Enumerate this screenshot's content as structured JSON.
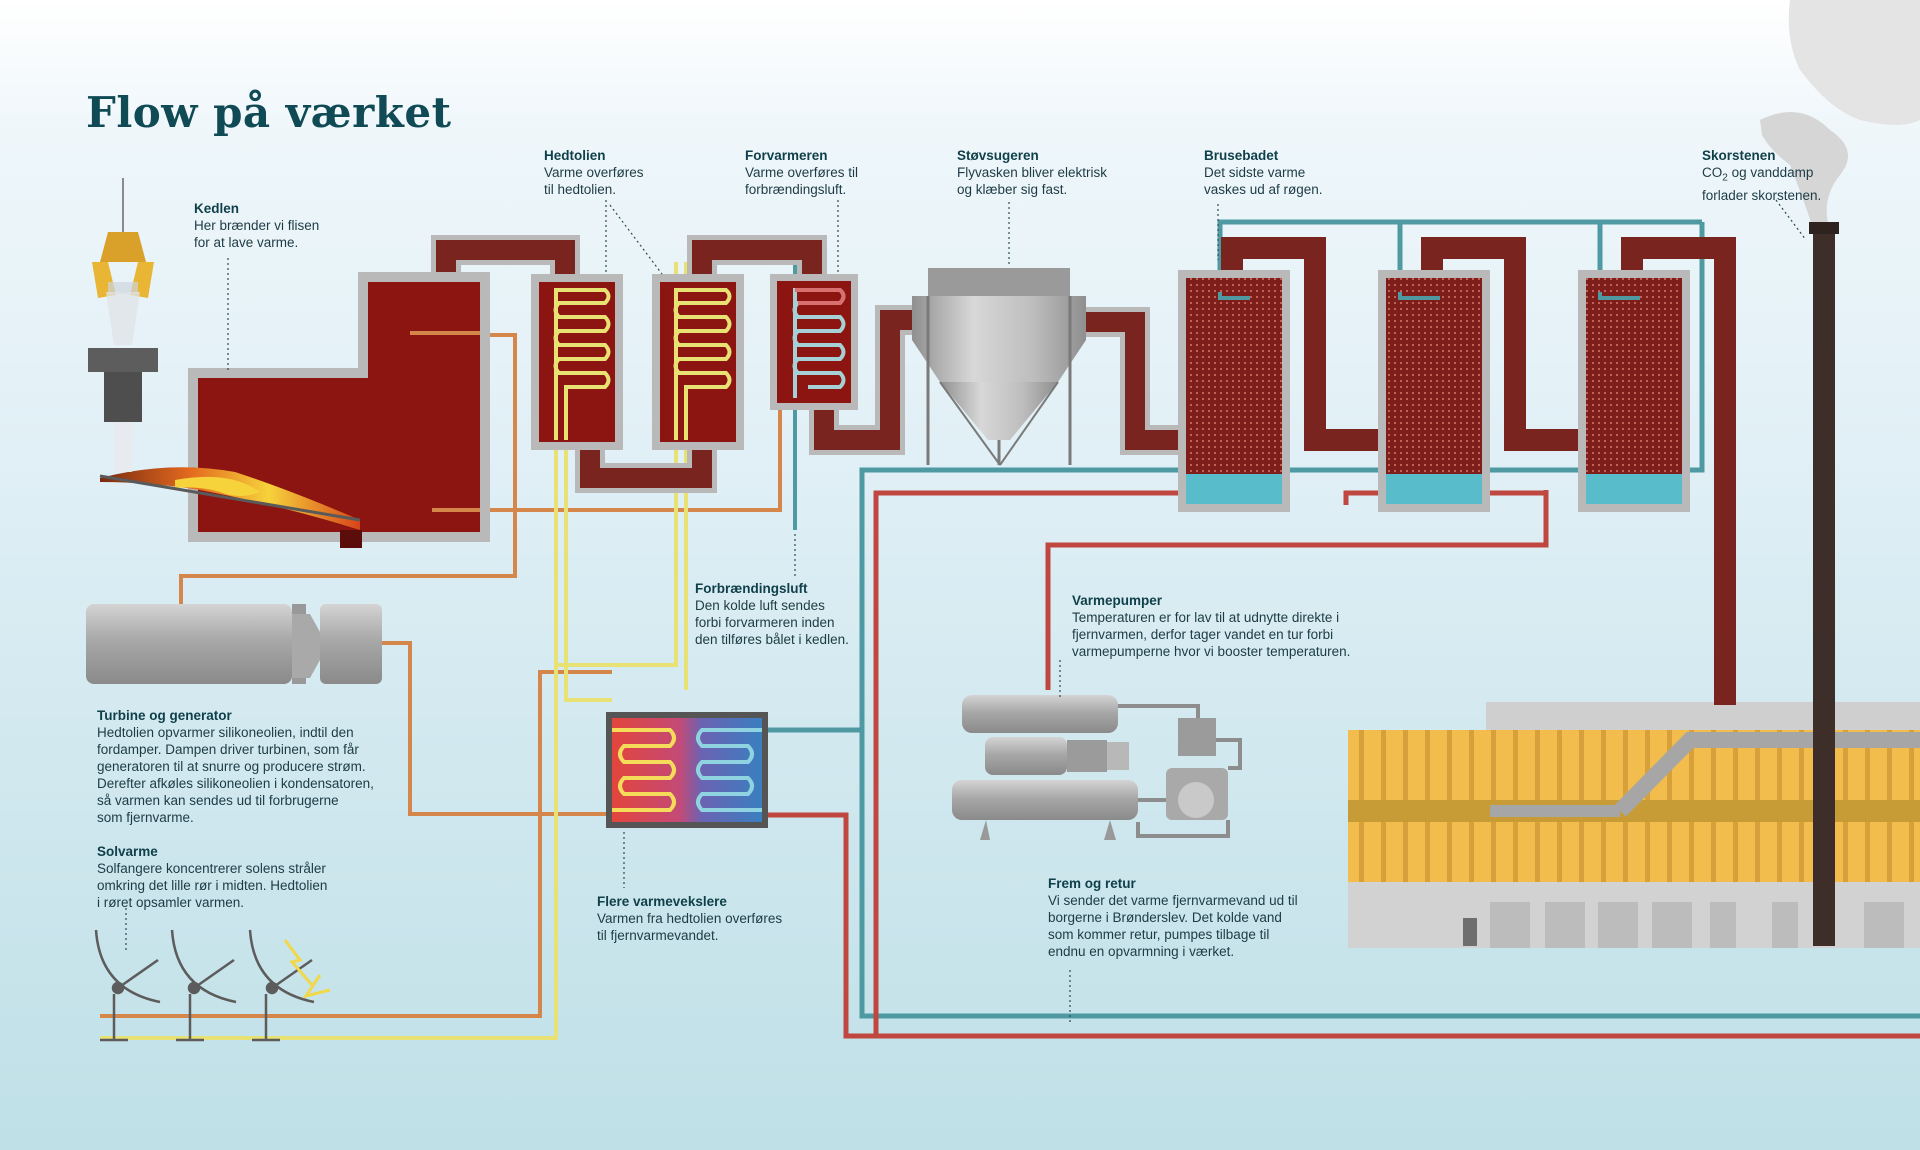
{
  "title": "Flow på værket",
  "labels": {
    "kedlen": {
      "heading": "Kedlen",
      "body": "Her brænder vi flisen\nfor at lave varme."
    },
    "hedtolien": {
      "heading": "Hedtolien",
      "body": "Varme overføres\ntil hedtolien."
    },
    "forvarmeren": {
      "heading": "Forvarmeren",
      "body": "Varme overføres til\nforbrændingsluft."
    },
    "stovsugeren": {
      "heading": "Støvsugeren",
      "body": "Flyvasken bliver elektrisk\nog klæber sig fast."
    },
    "brusebadet": {
      "heading": "Brusebadet",
      "body": "Det sidste varme\nvaskes ud af røgen."
    },
    "skorstenen": {
      "heading": "Skorstenen",
      "body_pre": "CO",
      "body_sub": "2",
      "body_post": " og vanddamp\nforlader skorstenen."
    },
    "forbraendingsluft": {
      "heading": "Forbrændingsluft",
      "body": "Den kolde luft sendes\nforbi forvarmeren inden\nden tilføres bålet i kedlen."
    },
    "varmepumper": {
      "heading": "Varmepumper",
      "body": "Temperaturen er for lav til at udnytte direkte i\nfjernvarmen, derfor tager vandet en tur forbi\nvarmepumperne hvor vi booster temperaturen."
    },
    "turbine": {
      "heading": "Turbine og generator",
      "body": "Hedtolien opvarmer silikoneolien, indtil den\nfordamper. Dampen driver turbinen, som får\ngeneratoren til at snurre og producere strøm.\nDerefter afkøles silikoneolien i kondensatoren,\nså varmen kan sendes ud til forbrugerne\nsom fjernvarme."
    },
    "solvarme": {
      "heading": "Solvarme",
      "body": "Solfangere koncentrerer solens stråler\nomkring det lille rør i midten. Hedtolien\ni røret opsamler varmen."
    },
    "varmevekslere": {
      "heading": "Flere varmevekslere",
      "body": "Varmen fra hedtolien overføres\ntil fjernvarmevandet."
    },
    "frem": {
      "heading": "Frem og retur",
      "body": "Vi sender det varme fjernvarmevand ud til\nborgerne i Brønderslev. Det kolde vand\nsom kommer retur, pumpes tilbage til\nendnu en opvarmning i værket."
    }
  },
  "colors": {
    "title": "#0f4a55",
    "flue_duct": "#7a2420",
    "boiler": "#8c1512",
    "casing": "#b9b9b9",
    "oil_orange": "#d5874b",
    "oil_yellow": "#e8e173",
    "water_hot": "#c0473f",
    "water_cold": "#4f9aa2",
    "scrubber_water": "#58bccb",
    "building_yellow": "#efb94a"
  },
  "icons": [
    "grab-crane-icon",
    "smoke-icon",
    "solar-dish-icon",
    "heat-pump-icon"
  ]
}
